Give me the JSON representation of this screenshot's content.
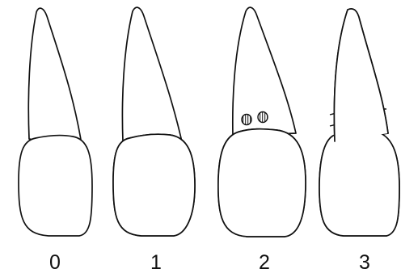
{
  "diagram": {
    "teeth": [
      {
        "label": "0",
        "stage": 0
      },
      {
        "label": "1",
        "stage": 1
      },
      {
        "label": "2",
        "stage": 2
      },
      {
        "label": "3",
        "stage": 3
      }
    ],
    "colors": {
      "ink": "#111111",
      "background": "#ffffff"
    }
  }
}
